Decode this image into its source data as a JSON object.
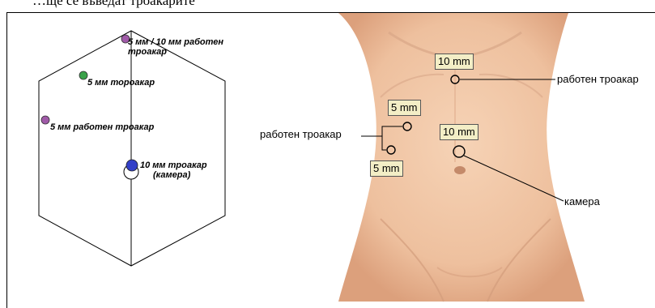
{
  "top_text": "…ще се въведат троакарите",
  "schematic": {
    "labels": {
      "port_top": "5 мм / 10 мм работен троакар",
      "port_green": "5 мм тороакар",
      "port_left": "5 мм работен троакар",
      "camera_line1": "10 мм троакар",
      "camera_line2": "(камера)"
    }
  },
  "photo": {
    "boxes": {
      "upper_10mm": "10 mm",
      "left_5mm_top": "5 mm",
      "center_10mm": "10 mm",
      "left_5mm_bottom": "5 mm"
    },
    "labels": {
      "working_trocar_right": "работен троакар",
      "working_trocar_left": "работен троакар",
      "camera": "камера"
    }
  },
  "colors": {
    "port_purple": "#a05aa8",
    "port_green": "#3aa24a",
    "port_blue": "#3340c8",
    "skin": "#efc3a2",
    "label_box": "#f3eec6"
  }
}
